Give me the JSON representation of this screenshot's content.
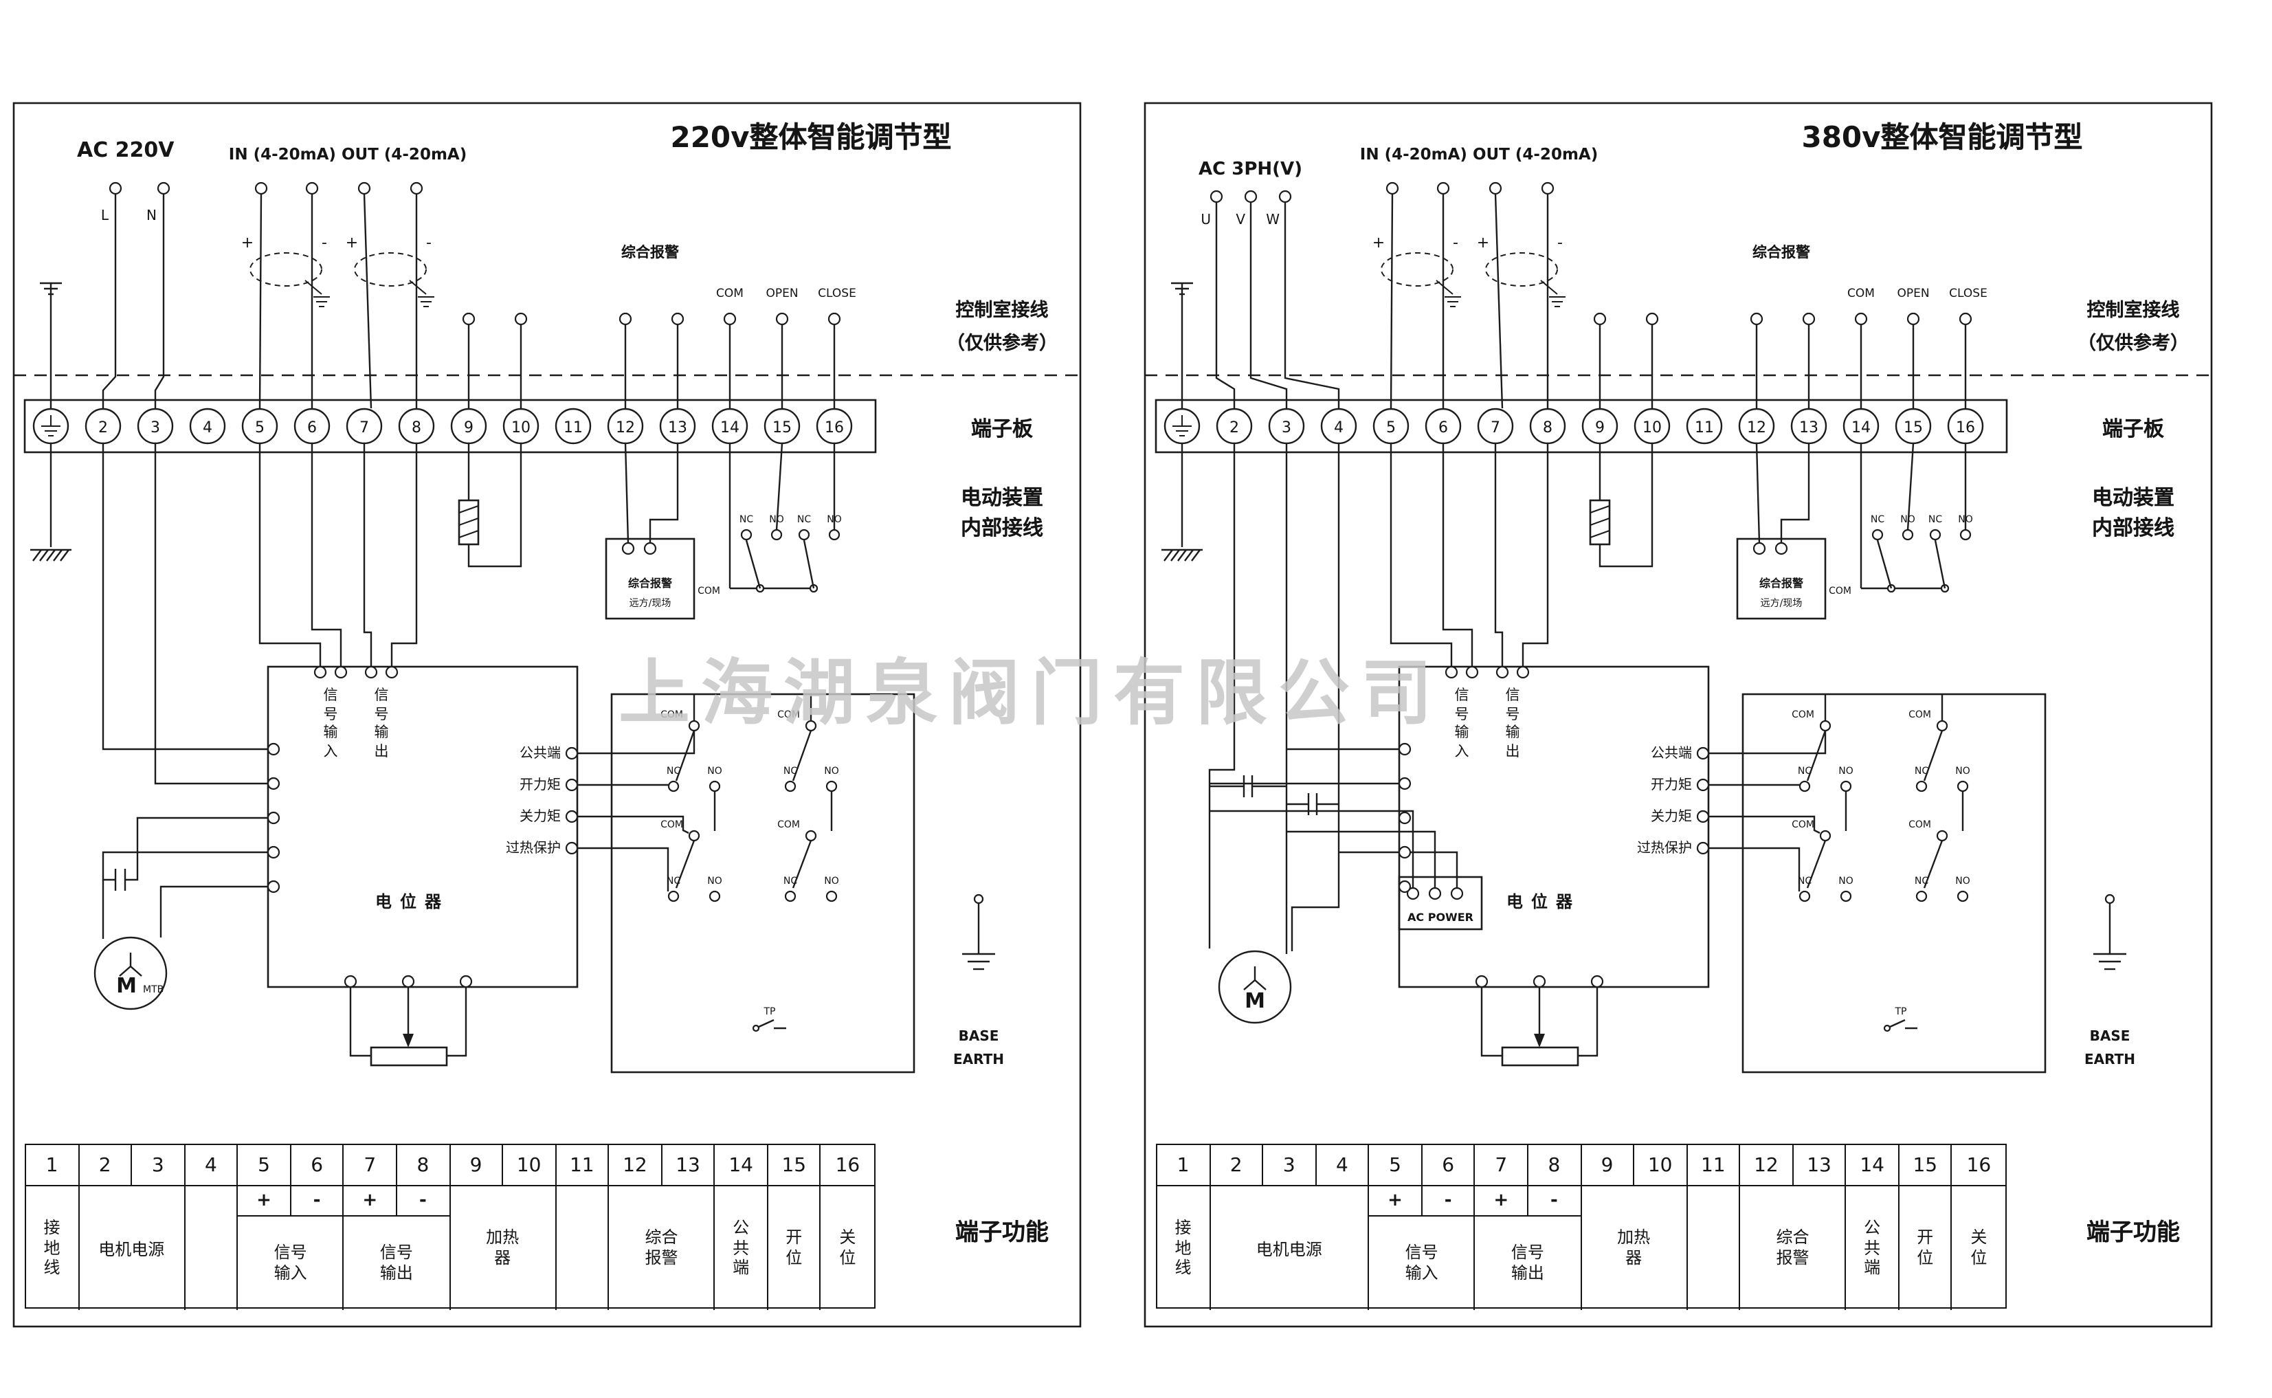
{
  "watermark": "上海湖泉阀门有限公司",
  "shared": {
    "io_label": "IN (4-20mA) OUT (4-20mA)",
    "plus": "+",
    "minus": "-",
    "alarm": "综合报警",
    "com": "COM",
    "open": "OPEN",
    "close": "CLOSE",
    "ctrl_room1": "控制室接线",
    "ctrl_room2": "（仅供参考）",
    "board": "端子板",
    "internal1": "电动装置",
    "internal2": "内部接线",
    "terms": [
      "2",
      "3",
      "4",
      "5",
      "6",
      "7",
      "8",
      "9",
      "10",
      "11",
      "12",
      "13",
      "14",
      "15",
      "16"
    ],
    "sig_in": "信号输入",
    "sig_out": "信号输出",
    "common_end": "公共端",
    "open_torque": "开力矩",
    "close_torque": "关力矩",
    "overheat": "过热保护",
    "pot": "电位器",
    "alarmbox1": "综合报警",
    "alarmbox2": "远方/现场",
    "nc": "NC",
    "no": "NO",
    "tp": "TP",
    "base": "BASE",
    "earth": "EARTH",
    "m": "M",
    "mtb": "MTB",
    "tnums": [
      "1",
      "2",
      "3",
      "4",
      "5",
      "6",
      "7",
      "8",
      "9",
      "10",
      "11",
      "12",
      "13",
      "14",
      "15",
      "16"
    ],
    "t_ground": "接地线",
    "t_motor": "电机电源",
    "t_sigin": "信号输入",
    "t_sigout": "信号输出",
    "t_heater": "加热器",
    "t_alarm": "综合报警",
    "t_common": "公共端",
    "t_open": "开位",
    "t_close": "关位",
    "t_func": "端子功能"
  },
  "p0": {
    "title": "220v整体智能调节型",
    "power": "AC 220V",
    "ph": [
      "L",
      "N"
    ]
  },
  "p1": {
    "title": "380v整体智能调节型",
    "power": "AC 3PH(V)",
    "ph": [
      "U",
      "V",
      "W"
    ],
    "acpower": "AC POWER"
  }
}
